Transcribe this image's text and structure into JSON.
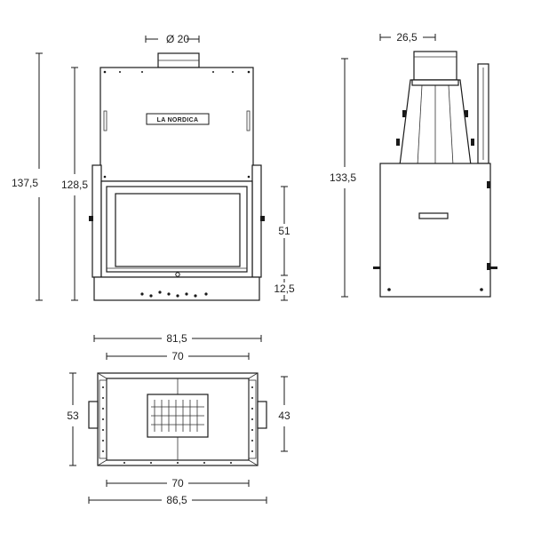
{
  "brand": {
    "logo_text": "LA NORDICA"
  },
  "front_view": {
    "flue_diameter": "Ø 20",
    "total_height": "137,5",
    "body_height": "128,5",
    "glass_height": "51",
    "base_height": "12,5"
  },
  "side_view": {
    "flue_depth": "26,5",
    "total_height": "133,5"
  },
  "top_view": {
    "width_outer_top": "81,5",
    "width_inner_top": "70",
    "depth_left": "53",
    "depth_right": "43",
    "width_inner_bottom": "70",
    "width_outer_bottom": "86,5"
  }
}
